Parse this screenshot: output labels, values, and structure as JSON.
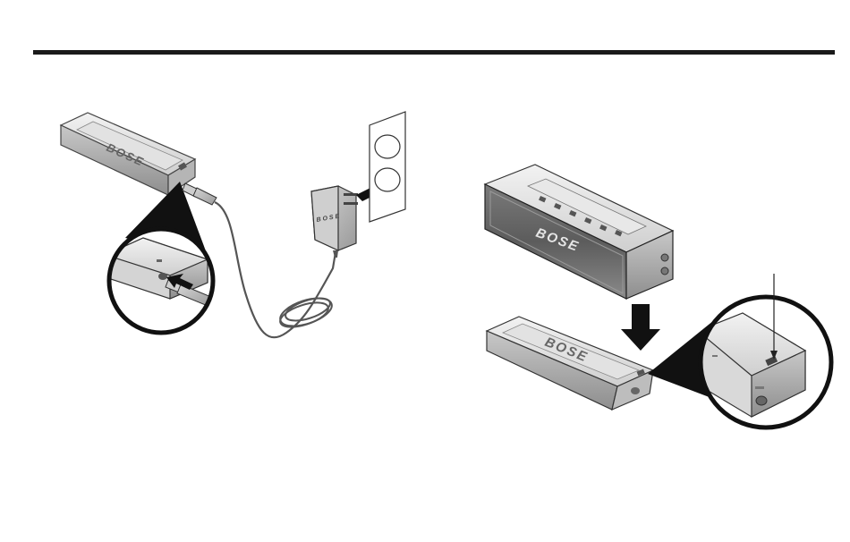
{
  "page": {
    "logo_text": "BOSE",
    "icons": [
      "charging-cradle",
      "power-adapter",
      "wall-outlet",
      "speaker",
      "magnifier-circle",
      "arrow"
    ]
  }
}
